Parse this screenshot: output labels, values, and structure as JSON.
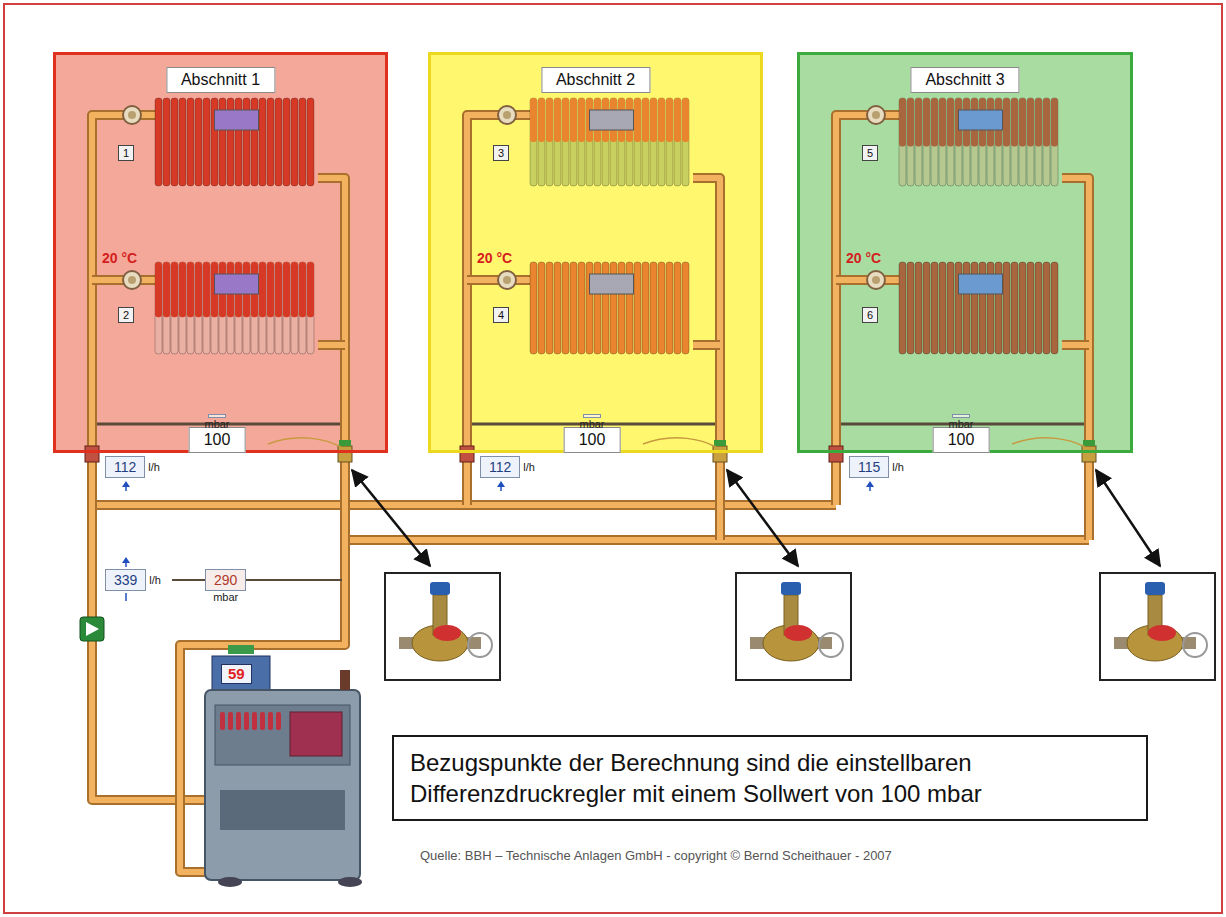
{
  "diagram": {
    "caption": "Quelle: BBH – Technische Anlagen GmbH - copyright © Bernd Scheithauer - 2007",
    "nodes": [
      {
        "text": [
          "Abschnitt 1"
        ]
      },
      {
        "text": [
          "100",
          "mbar"
        ],
        "in": 0
      },
      {
        "text": [
          "Abschnitt 2"
        ]
      },
      {
        "text": [
          "100",
          "mbar"
        ],
        "in": 2
      },
      {
        "text": [
          "Abschnitt 3"
        ]
      },
      {
        "text": [
          "100",
          "mbar"
        ],
        "in": 4
      },
      {
        "text": [
          "112",
          "l/h"
        ]
      },
      {
        "text": [
          "112",
          "l/h"
        ]
      },
      {
        "text": [
          "115",
          "l/h"
        ]
      },
      {
        "text": [
          "339",
          "l/h"
        ]
      },
      {
        "text": [
          "290",
          "mbar"
        ]
      },
      {
        "text": [
          "59"
        ]
      },
      {
        "text": [
          "Bezugspunkte der Berechnung sind die einstellbaren Differenzdruckregler mit einem Sollwert von 100 mbar"
        ]
      }
    ],
    "labels": [
      "1",
      "20 °C",
      "2",
      "3",
      "20 °C",
      "4",
      "5",
      "20 °C",
      "6"
    ]
  }
}
